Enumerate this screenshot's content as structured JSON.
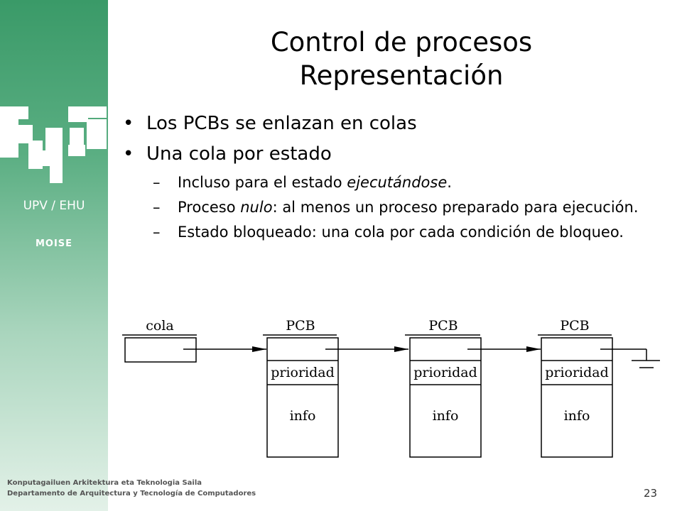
{
  "slide": {
    "title_line1": "Control de procesos",
    "title_line2": "Representación",
    "bullets": [
      "Los PCBs se enlazan en colas",
      "Una cola por estado"
    ],
    "subbullets": [
      {
        "parts": [
          "Incluso para el estado ",
          "ejecutándose",
          "."
        ]
      },
      {
        "parts": [
          "Proceso ",
          "nulo",
          ": al menos un proceso preparado para ejecución."
        ]
      },
      {
        "parts": [
          "Estado bloqueado: una cola por cada condición de bloqueo."
        ]
      }
    ],
    "bullet_symbol": "•",
    "dash_symbol": "–"
  },
  "sidebar": {
    "institution": "UPV / EHU",
    "group": "MOISE",
    "logo_icon": "upv-ehu-logo-icon",
    "colors": {
      "top": "#3a9a68",
      "bottom": "#e3f1e8"
    }
  },
  "diagram": {
    "queue_label": "cola",
    "pcb_label": "PCB",
    "priority_label": "prioridad",
    "info_label": "info",
    "pcb_count": 3,
    "terminator_icon": "ground-icon"
  },
  "footer": {
    "line1": "Konputagailuen Arkitektura eta Teknologia Saila",
    "line2": "Departamento de Arquitectura y Tecnología de Computadores",
    "page_number": "23"
  }
}
